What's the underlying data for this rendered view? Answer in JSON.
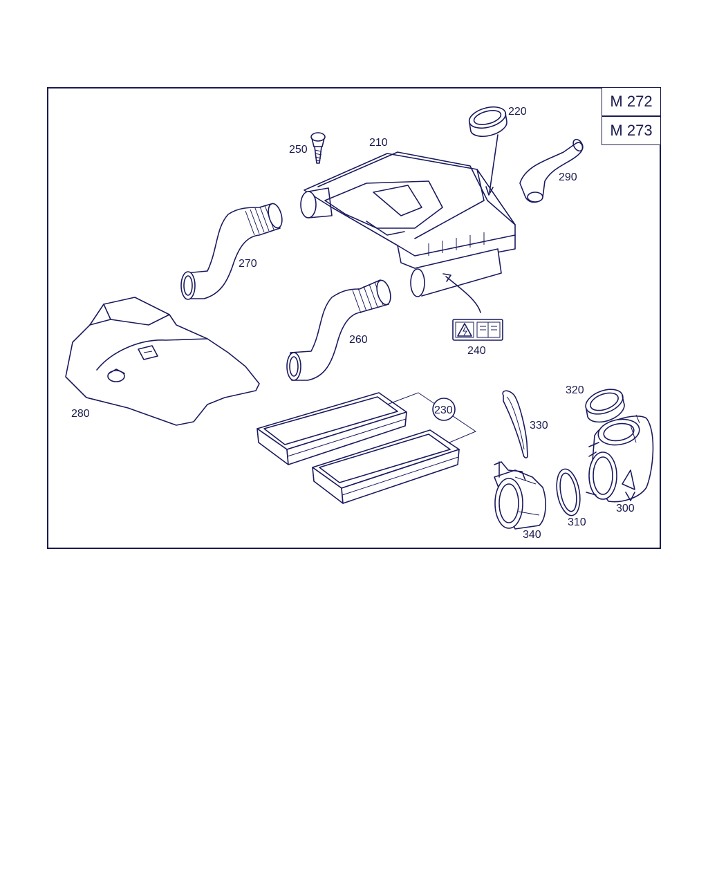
{
  "model_labels": [
    "M 272",
    "M 273"
  ],
  "part_numbers": {
    "p210": "210",
    "p220": "220",
    "p230": "230",
    "p240": "240",
    "p250": "250",
    "p260": "260",
    "p270": "270",
    "p280": "280",
    "p290": "290",
    "p300": "300",
    "p310": "310",
    "p320": "320",
    "p330": "330",
    "p340": "340"
  },
  "colors": {
    "line": "#1a1a5e",
    "frame": "#1a1a4e",
    "background": "#ffffff"
  }
}
